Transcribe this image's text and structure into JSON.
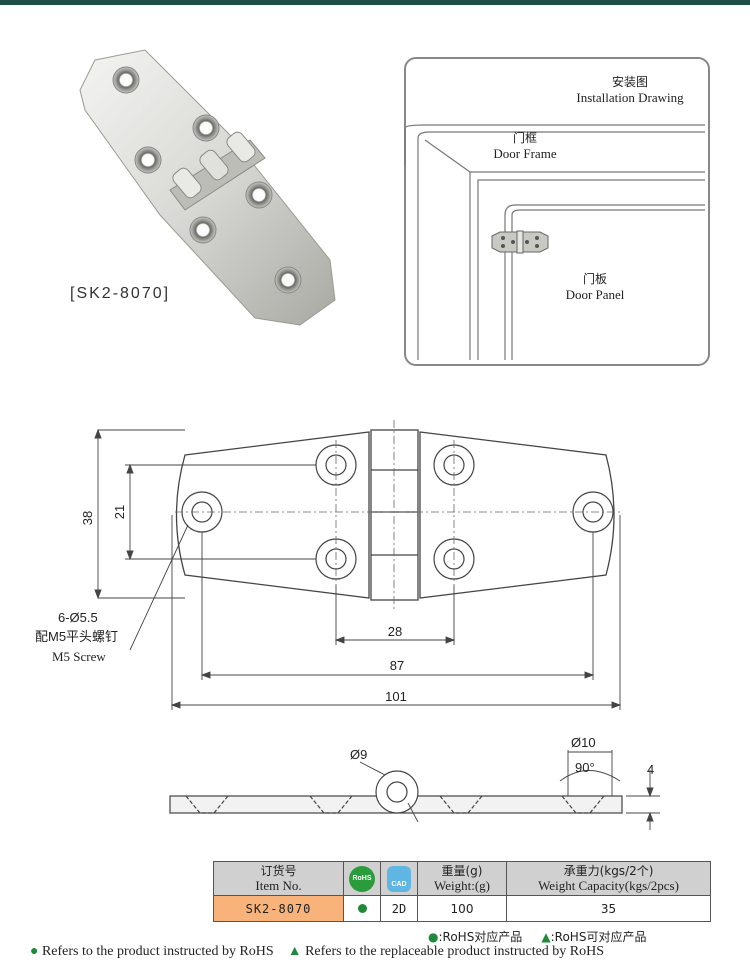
{
  "product": {
    "sku_label": "[SK2-8070]"
  },
  "installation": {
    "title_cn": "安装图",
    "title_en": "Installation Drawing",
    "frame_cn": "门框",
    "frame_en": "Door Frame",
    "panel_cn": "门板",
    "panel_en": "Door Panel"
  },
  "drawing": {
    "dim_height": "38",
    "dim_hole_spacing_v": "21",
    "dim_28": "28",
    "dim_87": "87",
    "dim_101": "101",
    "hole_spec": "6-Ø5.5",
    "screw_cn": "配M5平头螺钉",
    "screw_en": "M5 Screw",
    "knuckle_dia": "Ø9",
    "countersink_dia": "Ø10",
    "countersink_angle": "90°",
    "thickness": "4"
  },
  "table": {
    "headers": {
      "item_cn": "订货号",
      "item_en": "Item No.",
      "rohs_icon": "RoHS",
      "cad_icon": "CAD",
      "weight_cn": "重量(g)",
      "weight_en": "Weight:(g)",
      "capacity_cn": "承重力(kgs/2个)",
      "capacity_en": "Weight Capacity(kgs/2pcs)"
    },
    "row": {
      "item_no": "SK2-8070",
      "cad": "2D",
      "weight": "100",
      "capacity": "35"
    }
  },
  "legend": {
    "rohs_cn": ":RoHS对应产品",
    "replaceable_cn": ":RoHS可对应产品",
    "rohs_en": "Refers to the product instructed by RoHS",
    "replaceable_en": "Refers to the replaceable product instructed by RoHS"
  },
  "colors": {
    "top_bar": "#1e4f47",
    "accent_green": "#1e8a3a",
    "sku_highlight": "#f7b37a",
    "table_header": "#d0d0d0"
  }
}
